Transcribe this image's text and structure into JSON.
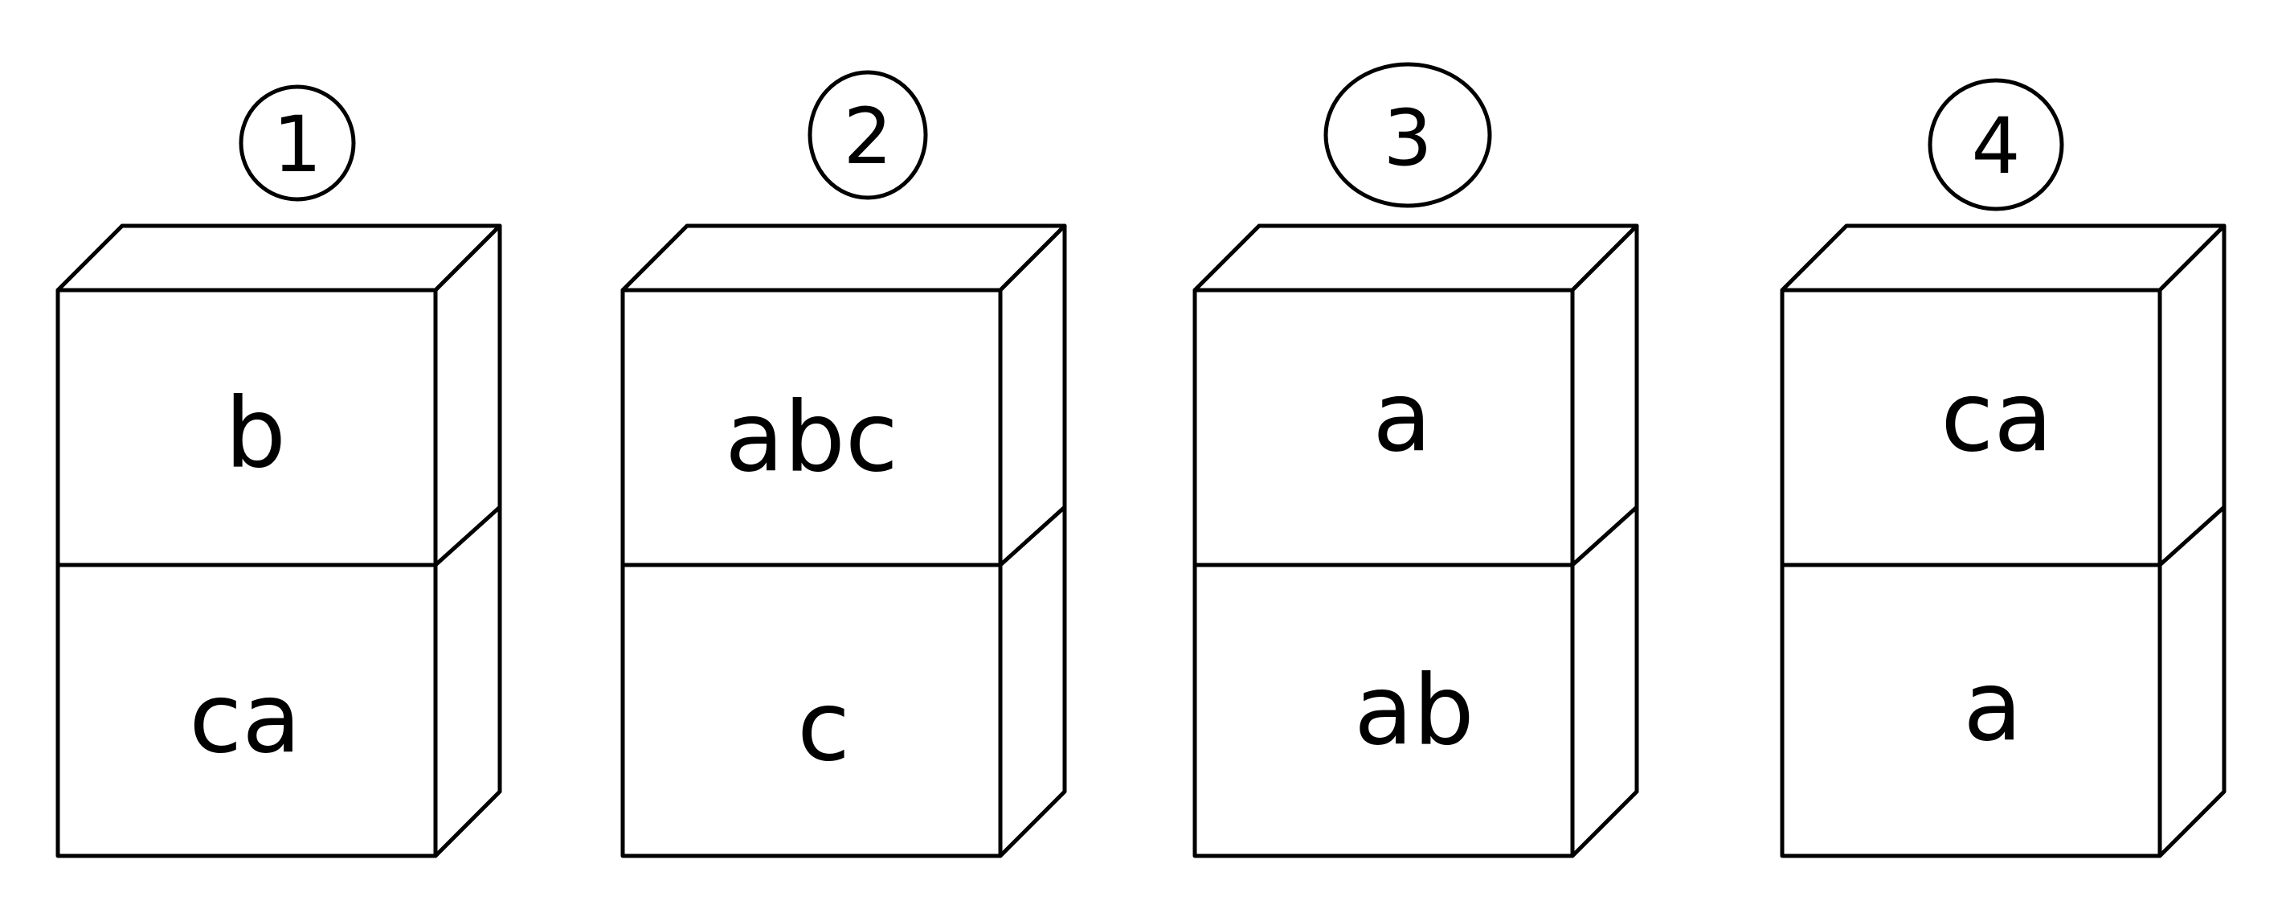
{
  "boxes": [
    {
      "number": "1",
      "top": "b",
      "bottom": "ca"
    },
    {
      "number": "2",
      "top": "abc",
      "bottom": "c"
    },
    {
      "number": "3",
      "top": "a",
      "bottom": "ab"
    },
    {
      "number": "4",
      "top": "ca",
      "bottom": "a"
    }
  ]
}
